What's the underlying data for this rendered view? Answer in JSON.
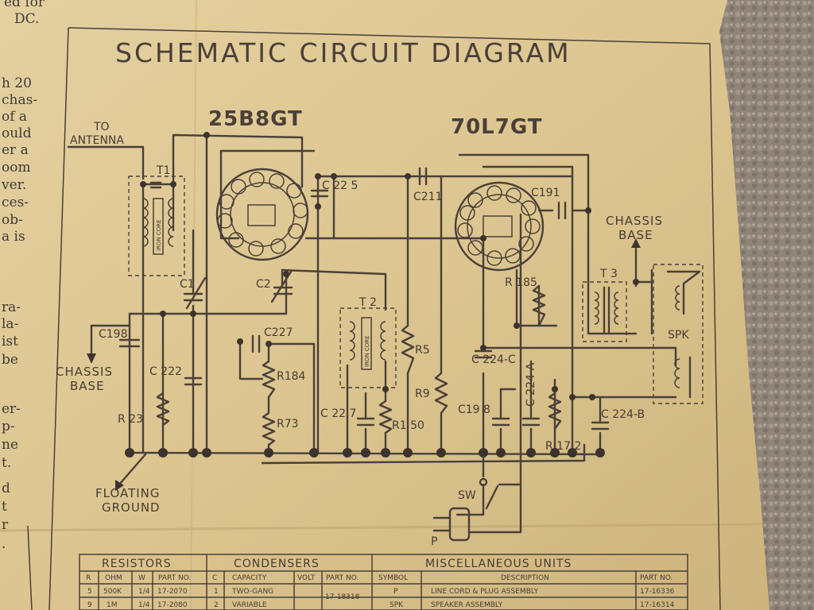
{
  "title": "SCHEMATIC CIRCUIT DIAGRAM",
  "tubes": [
    "25B8GT",
    "70L7GT"
  ],
  "labels": {
    "to_antenna_1": "TO",
    "to_antenna_2": "ANTENNA",
    "t1": "T1",
    "iron_core": "IRON CORE",
    "c1": "C1",
    "c2": "C2",
    "c225": "C 22 5",
    "c211": "C211",
    "c191": "C191",
    "c198": "C198",
    "chassis_base_left_1": "CHASSIS",
    "chassis_base_left_2": "BASE",
    "c222": "C 222",
    "r23": "R 23",
    "c227": "C227",
    "r184": "R184",
    "r73": "R73",
    "t2": "T 2",
    "iron_core_2": "IRON CORE",
    "c227b": "C 22 7",
    "r150": "R1 50",
    "r5": "R5",
    "r9": "R9",
    "r185": "R 185",
    "c224c": "C 224-C",
    "c224a": "C 224-A",
    "c198b": "C19 8",
    "r172": "R 17 2",
    "c224b": "C 224-B",
    "chassis_base_right_1": "CHASSIS",
    "chassis_base_right_2": "BASE",
    "t3": "T 3",
    "spk": "SPK",
    "sw": "SW",
    "plug": "P",
    "floating_ground_1": "FLOATING",
    "floating_ground_2": "GROUND"
  },
  "side_text": [
    "ed for",
    "DC.",
    "h 20",
    "chas-",
    "of a",
    "ould",
    "er a",
    "oom",
    "ver.",
    "ces-",
    "ob-",
    "a is",
    "ra-",
    "la-",
    "ist",
    "be",
    "er-",
    "p-",
    "ne",
    "t.",
    "d",
    "t",
    "r",
    "."
  ],
  "table": {
    "resistors": {
      "heading": "RESISTORS",
      "columns": [
        "R",
        "OHM",
        "W",
        "PART NO."
      ],
      "rows": [
        [
          "5",
          "500K",
          "1/4",
          "17-2070"
        ],
        [
          "9",
          "1M",
          "1/4",
          "17-2080"
        ]
      ]
    },
    "condensers": {
      "heading": "CONDENSERS",
      "columns": [
        "C",
        "CAPACITY",
        "VOLT",
        "PART NO."
      ],
      "rows": [
        [
          "1",
          "TWO-GANG",
          "",
          "17-18318"
        ],
        [
          "2",
          "VARIABLE",
          "",
          ""
        ]
      ]
    },
    "misc": {
      "heading": "MISCELLANEOUS UNITS",
      "columns": [
        "SYMBOL",
        "DESCRIPTION",
        "PART NO."
      ],
      "rows": [
        [
          "P",
          "LINE CORD & PLUG ASSEMBLY",
          "17-16336"
        ],
        [
          "SPK",
          "SPEAKER ASSEMBLY",
          "17-16314"
        ]
      ]
    }
  },
  "colors": {
    "paper": "#dcc590",
    "ink": "#4a4038",
    "carpet": "#8f8478"
  }
}
